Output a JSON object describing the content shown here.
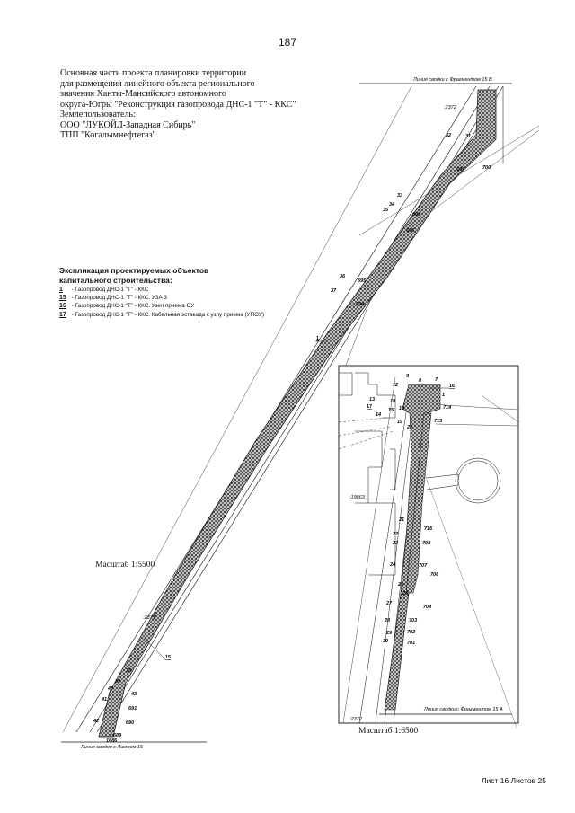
{
  "page_number": "187",
  "title_lines": [
    "Основная часть проекта планировки территории",
    "для размещения линейного объекта регионального",
    "значения Ханты-Мансийского автономного",
    "округа-Югры \"Реконструкция газопровода ДНС-1 \"Т\" - ККС\"",
    "Землепользователь:",
    "ООО \"ЛУКОЙЛ-Западная Сибирь\"",
    "ТПП \"Когалымнефтегаз\""
  ],
  "legend": {
    "heading_1": "Экспликация проектируемых объектов",
    "heading_2": "капитального строительства:",
    "items": [
      {
        "code": "1",
        "text": "- Газопровод ДНС-1 \"Т\" - ККС"
      },
      {
        "code": "15",
        "text": "- Газопровод ДНС-1 \"Т\" - ККС. УЗА 3"
      },
      {
        "code": "16",
        "text": "- Газопровод ДНС-1 \"Т\" - ККС. Узел приема ОУ"
      },
      {
        "code": "17",
        "text": "- Газопровод ДНС-1 \"Т\" - ККС. Кабельная эстакада к узлу приема (УПОУ)"
      }
    ]
  },
  "match_lines": {
    "top": "Линия сводки с Фрагментом 15 В",
    "bottom_left": "Линия сводки с Листом 15",
    "inset_bottom": "Линия сводки с Фрагментом 15 А"
  },
  "scales": {
    "main": "Масштаб 1:5500",
    "inset": "Масштаб 1:6500"
  },
  "sheet_label": "Лист 16 Листов 25",
  "map_labels": {
    "parcel_main_top": ":2372",
    "parcel_main_bottom": ":2371",
    "parcel_inset_bottom": ":2372",
    "parcel_inset_mid": ":19863",
    "object_1": "1",
    "object_15": "15",
    "object_16": "16",
    "object_17": "17",
    "main_points": [
      "32",
      "31",
      "699",
      "700",
      "33",
      "34",
      "35",
      "698",
      "696",
      "36",
      "37",
      "695",
      "694",
      "38",
      "39",
      "40",
      "41",
      "42",
      "43",
      "691",
      "690",
      "689",
      "1686"
    ],
    "inset_points": [
      "9",
      "8",
      "7",
      "1",
      "714",
      "12",
      "13",
      "14",
      "15",
      "16",
      "18",
      "19",
      "20",
      "713",
      "21",
      "22",
      "23",
      "24",
      "25",
      "26",
      "27",
      "28",
      "29",
      "30",
      "716",
      "708",
      "707",
      "706",
      "704",
      "703",
      "702",
      "701"
    ]
  }
}
